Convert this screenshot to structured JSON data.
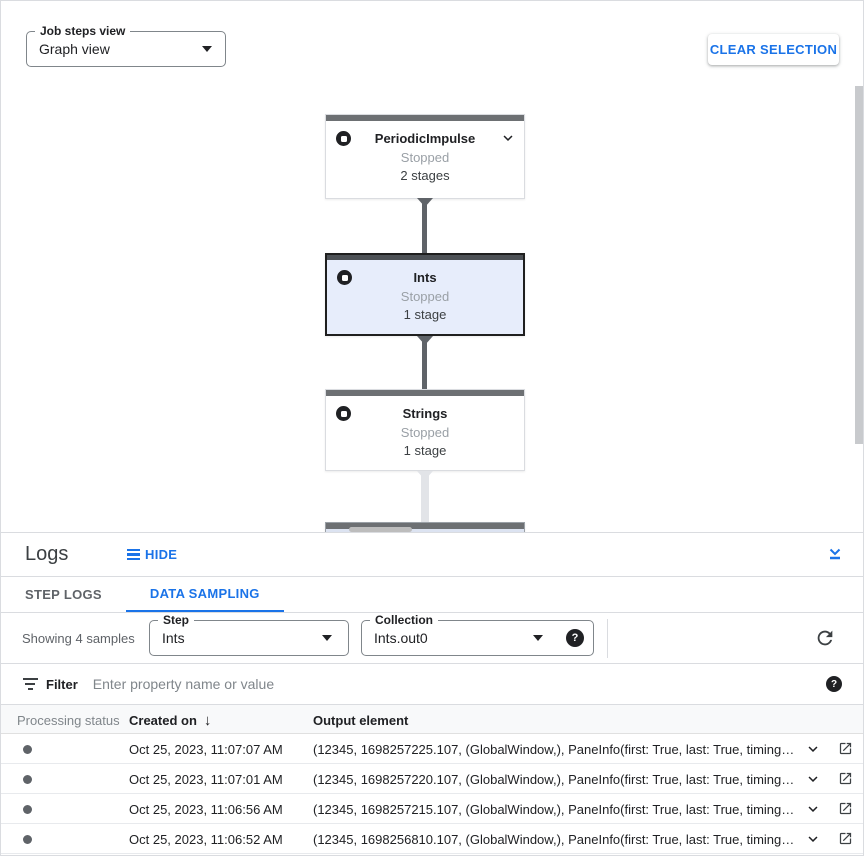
{
  "colors": {
    "accent_blue": "#1a73e8",
    "text_dark": "#202124",
    "text_gray": "#5f6368",
    "status_stopped": "#9aa0a6",
    "selected_node_bg": "#e7edfb",
    "edge_dark": "#5f6368",
    "edge_light": "#e2e4e8"
  },
  "icons": {
    "sort_arrow_glyph": "↓",
    "help_glyph": "?"
  },
  "toolbar": {
    "job_steps_view": {
      "label": "Job steps view",
      "value": "Graph view"
    },
    "clear_selection_label": "CLEAR SELECTION"
  },
  "graph": {
    "nodes": [
      {
        "title": "PeriodicImpulse",
        "status": "Stopped",
        "stages": "2 stages",
        "selected": false
      },
      {
        "title": "Ints",
        "status": "Stopped",
        "stages": "1 stage",
        "selected": true
      },
      {
        "title": "Strings",
        "status": "Stopped",
        "stages": "1 stage",
        "selected": false
      }
    ]
  },
  "logs": {
    "title": "Logs",
    "hide_label": "HIDE",
    "tabs": [
      {
        "label": "STEP LOGS",
        "active": false
      },
      {
        "label": "DATA SAMPLING",
        "active": true
      }
    ],
    "showing_text": "Showing 4 samples",
    "step_select": {
      "label": "Step",
      "value": "Ints"
    },
    "collection_select": {
      "label": "Collection",
      "value": "Ints.out0"
    },
    "filter": {
      "label": "Filter",
      "placeholder": "Enter property name or value"
    },
    "table": {
      "columns": {
        "status": "Processing status",
        "created": "Created on",
        "output": "Output element"
      },
      "rows": [
        {
          "created": "Oct 25, 2023, 11:07:07 AM",
          "output": "(12345, 1698257225.107, (GlobalWindow,), PaneInfo(first: True, last: True, timing…"
        },
        {
          "created": "Oct 25, 2023, 11:07:01 AM",
          "output": "(12345, 1698257220.107, (GlobalWindow,), PaneInfo(first: True, last: True, timing…"
        },
        {
          "created": "Oct 25, 2023, 11:06:56 AM",
          "output": "(12345, 1698257215.107, (GlobalWindow,), PaneInfo(first: True, last: True, timing…"
        },
        {
          "created": "Oct 25, 2023, 11:06:52 AM",
          "output": "(12345, 1698256810.107, (GlobalWindow,), PaneInfo(first: True, last: True, timing…"
        }
      ]
    }
  }
}
